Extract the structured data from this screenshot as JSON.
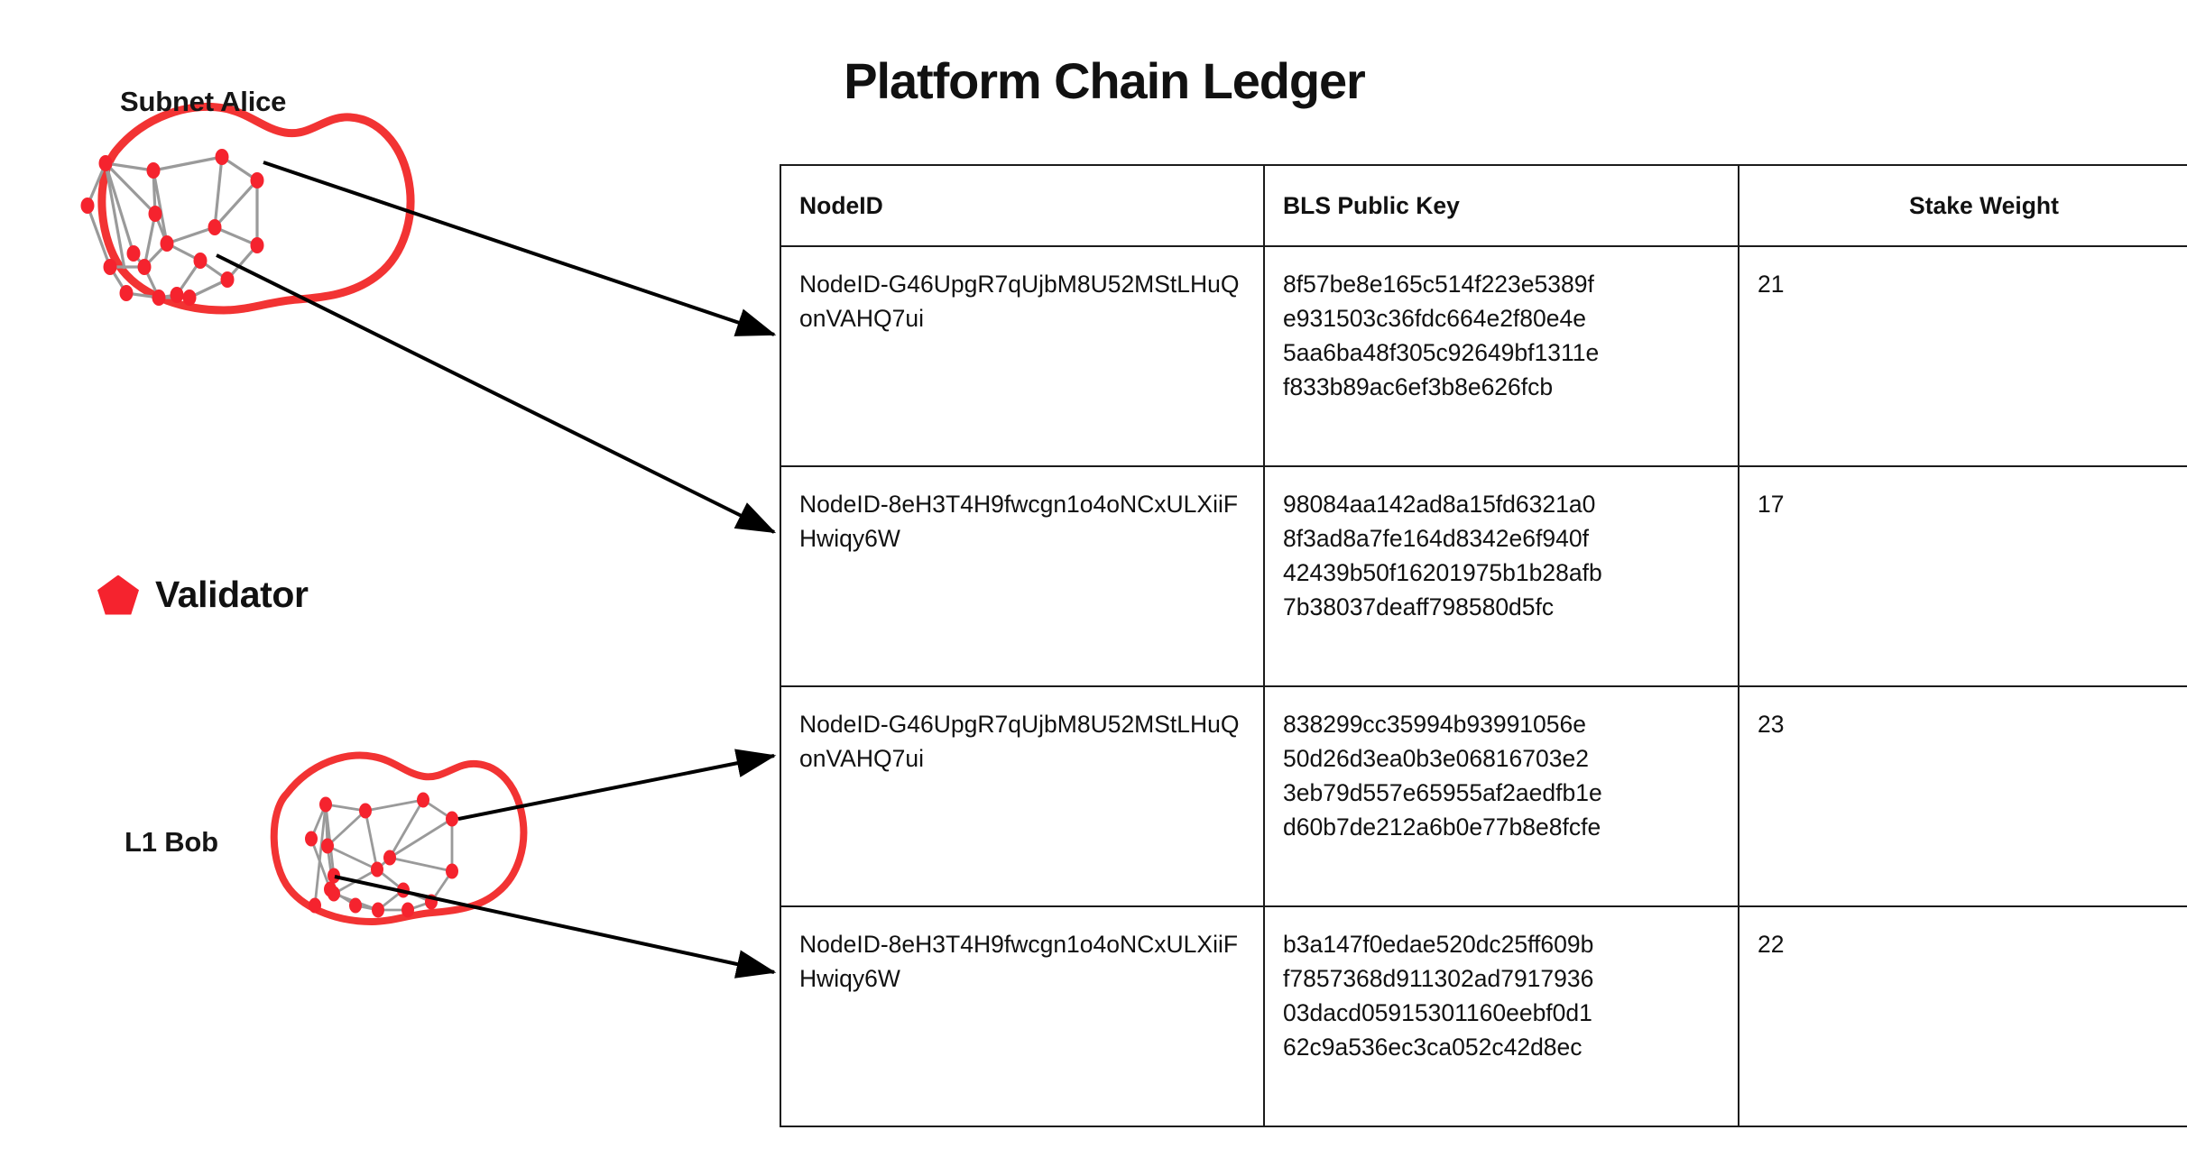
{
  "title": "Platform Chain Ledger",
  "diagram": {
    "groups": [
      {
        "name": "subnet-alice",
        "label": "Subnet Alice"
      },
      {
        "name": "l1-bob",
        "label": "L1 Bob"
      }
    ],
    "legend": {
      "marker": "pentagon-icon",
      "label": "Validator"
    },
    "arrows": [
      {
        "from": "subnet-alice",
        "to": "row-1"
      },
      {
        "from": "subnet-alice",
        "to": "row-2"
      },
      {
        "from": "l1-bob",
        "to": "row-3"
      },
      {
        "from": "l1-bob",
        "to": "row-4"
      }
    ],
    "colors": {
      "node": "#F5232E",
      "outline": "#F23333",
      "edge": "#9A9A9A",
      "arrow": "#000000"
    }
  },
  "table": {
    "columns": [
      "NodeID",
      "BLS Public Key",
      "Stake Weight"
    ],
    "rows": [
      {
        "node_id": "NodeID-G46UpgR7qUjbM8U52MStLHuQonVAHQ7ui",
        "bls_lines": [
          "8f57be8e165c514f223e5389f",
          "e931503c36fdc664e2f80e4e",
          "5aa6ba48f305c92649bf1311e",
          "f833b89ac6ef3b8e626fcb"
        ],
        "stake_weight": "21"
      },
      {
        "node_id": "NodeID-8eH3T4H9fwcgn1o4oNCxULXiiFHwiqy6W",
        "bls_lines": [
          "98084aa142ad8a15fd6321a0",
          "8f3ad8a7fe164d8342e6f940f",
          "42439b50f16201975b1b28afb",
          "7b38037deaff798580d5fc"
        ],
        "stake_weight": "17"
      },
      {
        "node_id": "NodeID-G46UpgR7qUjbM8U52MStLHuQonVAHQ7ui",
        "bls_lines": [
          "838299cc35994b93991056e",
          "50d26d3ea0b3e06816703e2",
          "3eb79d557e65955af2aedfb1e",
          "d60b7de212a6b0e77b8e8fcfe"
        ],
        "stake_weight": "23"
      },
      {
        "node_id": "NodeID-8eH3T4H9fwcgn1o4oNCxULXiiFHwiqy6W",
        "bls_lines": [
          "b3a147f0edae520dc25ff609b",
          "f7857368d911302ad7917936",
          "03dacd05915301160eebf0d1",
          "62c9a536ec3ca052c42d8ec"
        ],
        "stake_weight": "22"
      }
    ]
  }
}
